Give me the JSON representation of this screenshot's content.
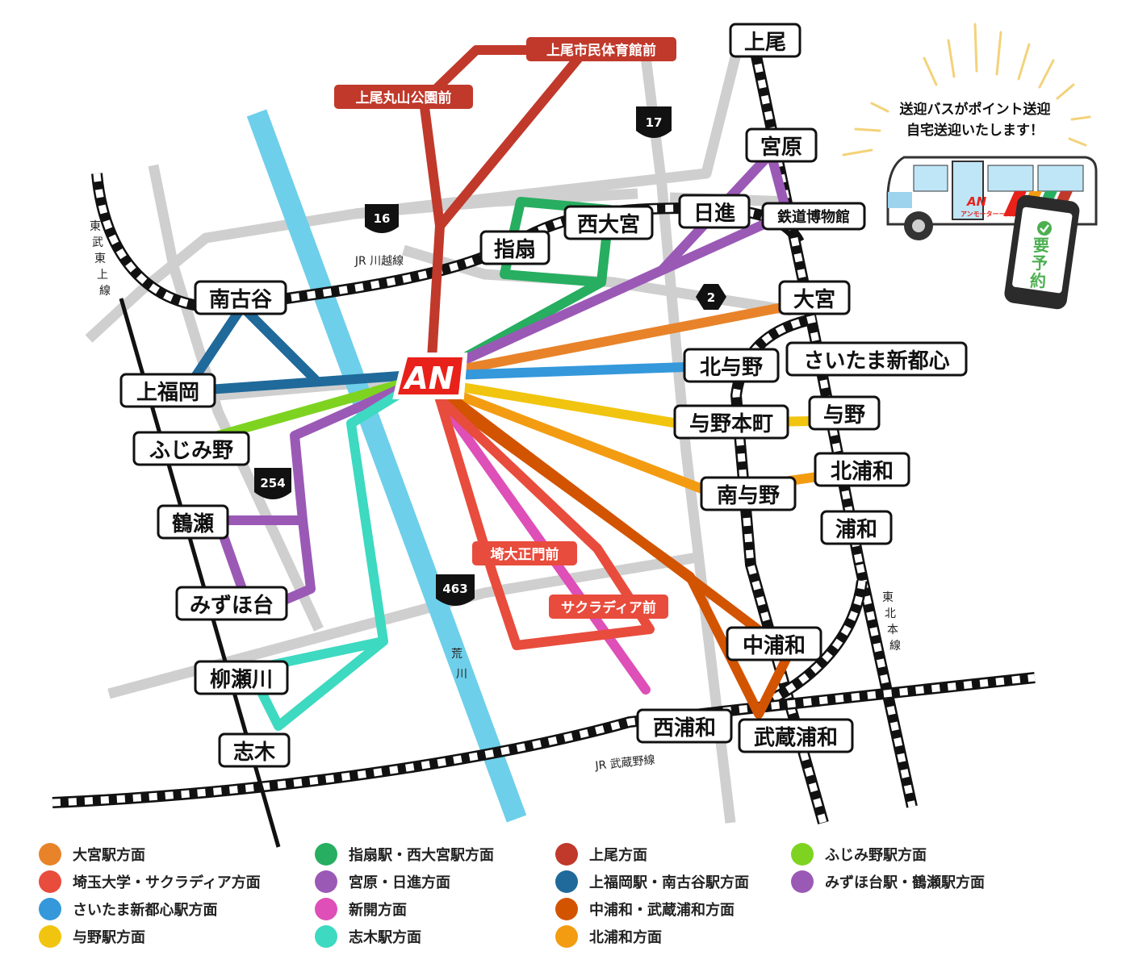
{
  "school": {
    "logo_text": "AN",
    "bus_brand": "アンモーターースクール"
  },
  "notice": {
    "line1": "送迎バスがポイント送迎",
    "line2": "自宅送迎いたします！"
  },
  "booking": {
    "label_1": "要",
    "label_2": "予",
    "label_3": "約"
  },
  "rail_lines": {
    "kawagoe": "JR 川越線",
    "musashino": "JR 武蔵野線",
    "tobu_1": "東",
    "tobu_2": "武",
    "tobu_3": "東",
    "tobu_4": "上",
    "tobu_5": "線",
    "tohoku_1": "東",
    "tohoku_2": "北",
    "tohoku_3": "本",
    "tohoku_4": "線"
  },
  "river": {
    "char_1": "荒",
    "char_2": "川"
  },
  "routes": {
    "r17": "17",
    "r16": "16",
    "r2": "2",
    "r254": "254",
    "r463": "463"
  },
  "stations": {
    "ageo": "上尾",
    "miyahara": "宮原",
    "nisshin": "日進",
    "tetsudo": "鉄道博物館",
    "nishiomiya": "西大宮",
    "sashiogi": "指扇",
    "omiya": "大宮",
    "minamifuruya": "南古谷",
    "kitayono": "北与野",
    "saitamashintoshin": "さいたま新都心",
    "kamifukuoka": "上福岡",
    "yonohonmachi": "与野本町",
    "yono": "与野",
    "fujimino": "ふじみ野",
    "kitaurawa": "北浦和",
    "minamiyono": "南与野",
    "urawa": "浦和",
    "tsuruse": "鶴瀬",
    "mizuhodai": "みずほ台",
    "nakaurawa": "中浦和",
    "yanasegawa": "柳瀬川",
    "nishiurawa": "西浦和",
    "musashiurawa": "武蔵浦和",
    "shiki": "志木"
  },
  "stops": {
    "ageo_gym": "上尾市民体育館前",
    "ageo_maruyama": "上尾丸山公園前",
    "saidai_gate": "埼大正門前",
    "sakuradia": "サクラディア前"
  },
  "legend": [
    {
      "label": "大宮駅方面",
      "color": "#E8832A"
    },
    {
      "label": "埼玉大学・サクラディア方面",
      "color": "#E84C3D"
    },
    {
      "label": "さいたま新都心駅方面",
      "color": "#3498DB"
    },
    {
      "label": "与野駅方面",
      "color": "#F1C40F"
    },
    {
      "label": "指扇駅・西大宮駅方面",
      "color": "#27AE60"
    },
    {
      "label": "宮原・日進方面",
      "color": "#9B59B6"
    },
    {
      "label": "新開方面",
      "color": "#DE4FB8"
    },
    {
      "label": "志木駅方面",
      "color": "#3DD9C1"
    },
    {
      "label": "上尾方面",
      "color": "#C0392B"
    },
    {
      "label": "上福岡駅・南古谷駅方面",
      "color": "#1F6A9A"
    },
    {
      "label": "中浦和・武蔵浦和方面",
      "color": "#D35400"
    },
    {
      "label": "北浦和方面",
      "color": "#F39C12"
    },
    {
      "label": "ふじみ野駅方面",
      "color": "#7ED321"
    },
    {
      "label": "みずほ台駅・鶴瀬駅方面",
      "color": "#9B59B6"
    }
  ]
}
